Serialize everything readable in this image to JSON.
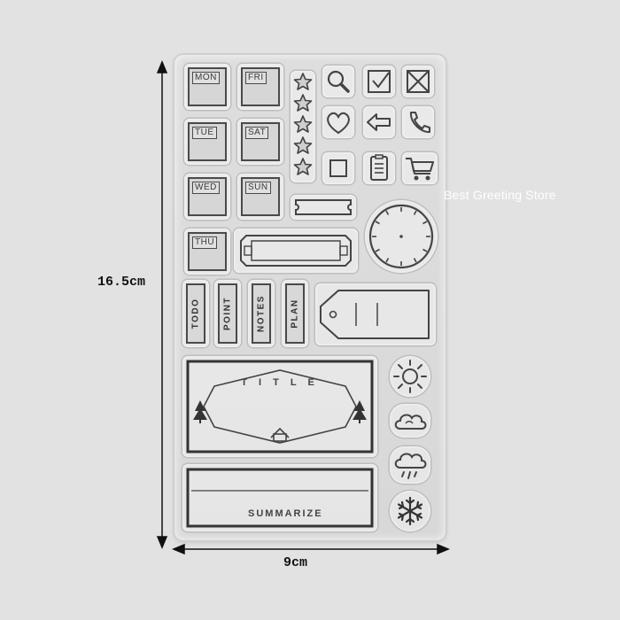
{
  "dimensions": {
    "height_label": "16.5cm",
    "width_label": "9cm"
  },
  "watermark": "Best Greeting Store",
  "days": [
    "MON",
    "FRI",
    "TUE",
    "SAT",
    "WED",
    "SUN",
    "THU"
  ],
  "vertical_labels": [
    "TODO",
    "POINT",
    "NOTES",
    "PLAN"
  ],
  "title_label": "T I T L E",
  "summary_label": "SUMMARIZE",
  "colors": {
    "background": "#e2e2e2",
    "ink": "#444444",
    "sheet": "#dadada",
    "watermark": "#ffffff"
  },
  "icons": [
    "magnifier-icon",
    "checkbox-checked-icon",
    "checkbox-crossed-icon",
    "heart-icon",
    "arrow-left-icon",
    "phone-icon",
    "square-icon",
    "clipboard-icon",
    "cart-icon",
    "star-icon",
    "ticket-icon",
    "clock-icon",
    "tag-icon",
    "sun-icon",
    "cloud-icon",
    "rain-cloud-icon",
    "snowflake-icon",
    "tree-icon",
    "house-icon"
  ]
}
